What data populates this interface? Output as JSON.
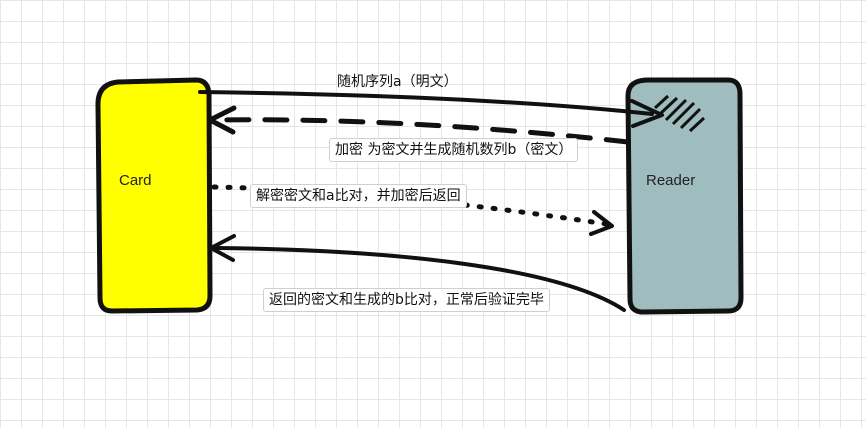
{
  "nodes": {
    "card": {
      "label": "Card",
      "fill": "#ffff00"
    },
    "reader": {
      "label": "Reader",
      "fill": "#9fbcbf"
    }
  },
  "messages": [
    {
      "text": "随机序列a（明文）",
      "style": "solid"
    },
    {
      "text": "加密 为密文并生成随机数列b（密文）",
      "style": "dashed"
    },
    {
      "text": "解密密文和a比对，并加密后返回",
      "style": "dotted"
    },
    {
      "text": "返回的密文和生成的b比对，正常后验证完毕",
      "style": "solid"
    }
  ],
  "colors": {
    "stroke": "#111111",
    "card": "#ffff00",
    "reader": "#9fbcbf"
  }
}
